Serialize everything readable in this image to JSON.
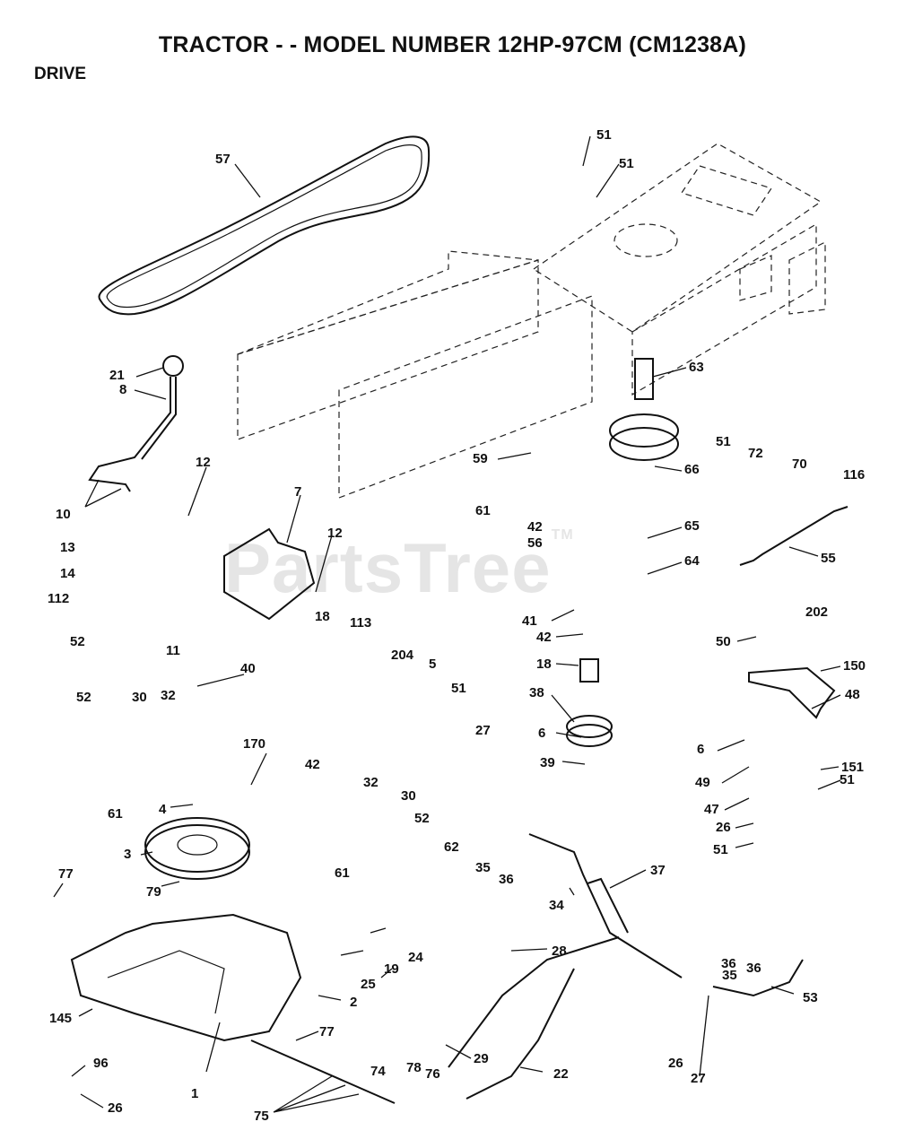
{
  "header": {
    "title": "TRACTOR - - MODEL NUMBER 12HP-97CM (CM1238A)",
    "section": "DRIVE"
  },
  "watermark": {
    "text": "PartsTree",
    "mark": "TM"
  },
  "callouts": [
    "57",
    "51",
    "51",
    "63",
    "21",
    "8",
    "51",
    "72",
    "70",
    "116",
    "12",
    "10",
    "7",
    "59",
    "66",
    "61",
    "42",
    "56",
    "65",
    "13",
    "12",
    "55",
    "14",
    "64",
    "112",
    "41",
    "42",
    "202",
    "52",
    "11",
    "18",
    "113",
    "5",
    "50",
    "150",
    "40",
    "204",
    "51",
    "18",
    "38",
    "48",
    "52",
    "30",
    "32",
    "6",
    "6",
    "42",
    "27",
    "39",
    "170",
    "151",
    "61",
    "49",
    "51",
    "4",
    "47",
    "32",
    "30",
    "62",
    "26",
    "52",
    "3",
    "35",
    "36",
    "51",
    "37",
    "61",
    "77",
    "36",
    "34",
    "79",
    "28",
    "24",
    "19",
    "25",
    "36",
    "35",
    "53",
    "2",
    "145",
    "77",
    "29",
    "26",
    "96",
    "22",
    "27",
    "1",
    "74",
    "78",
    "76",
    "26",
    "75"
  ]
}
